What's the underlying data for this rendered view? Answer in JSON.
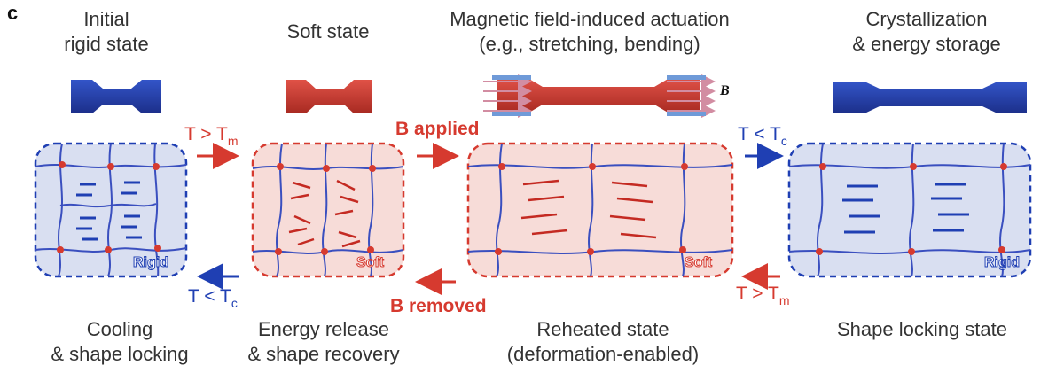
{
  "panel_letter": "c",
  "top_labels": [
    {
      "line1": "Initial",
      "line2": "rigid state"
    },
    {
      "line1": "Soft state",
      "line2": ""
    },
    {
      "line1": "Magnetic field-induced actuation",
      "line2": "(e.g., stretching, bending)"
    },
    {
      "line1": "Crystallization",
      "line2": "& energy storage"
    }
  ],
  "bottom_labels": [
    {
      "line1": "Cooling",
      "line2": "& shape locking"
    },
    {
      "line1": "Energy release",
      "line2": "& shape recovery"
    },
    {
      "line1": "Reheated state",
      "line2": "(deformation-enabled)"
    },
    {
      "line1": "Shape locking state",
      "line2": ""
    }
  ],
  "arrows": {
    "heat_forward": {
      "main": "T > T",
      "sub": "m"
    },
    "b_applied": "B applied",
    "cool_forward": {
      "main": "T < T",
      "sub": "c"
    },
    "cool_back": {
      "main": "T < T",
      "sub": "c"
    },
    "b_removed": "B removed",
    "heat_back": {
      "main": "T > T",
      "sub": "m"
    }
  },
  "field_symbol": "B",
  "state_tags": {
    "rigid1": "Rigid",
    "soft1": "Soft",
    "soft2": "Soft",
    "rigid2": "Rigid"
  },
  "colors": {
    "red": "#d63a2f",
    "blue": "#1f3fb3",
    "red_fill": "#f7dcd8",
    "blue_fill": "#d9dff1"
  }
}
